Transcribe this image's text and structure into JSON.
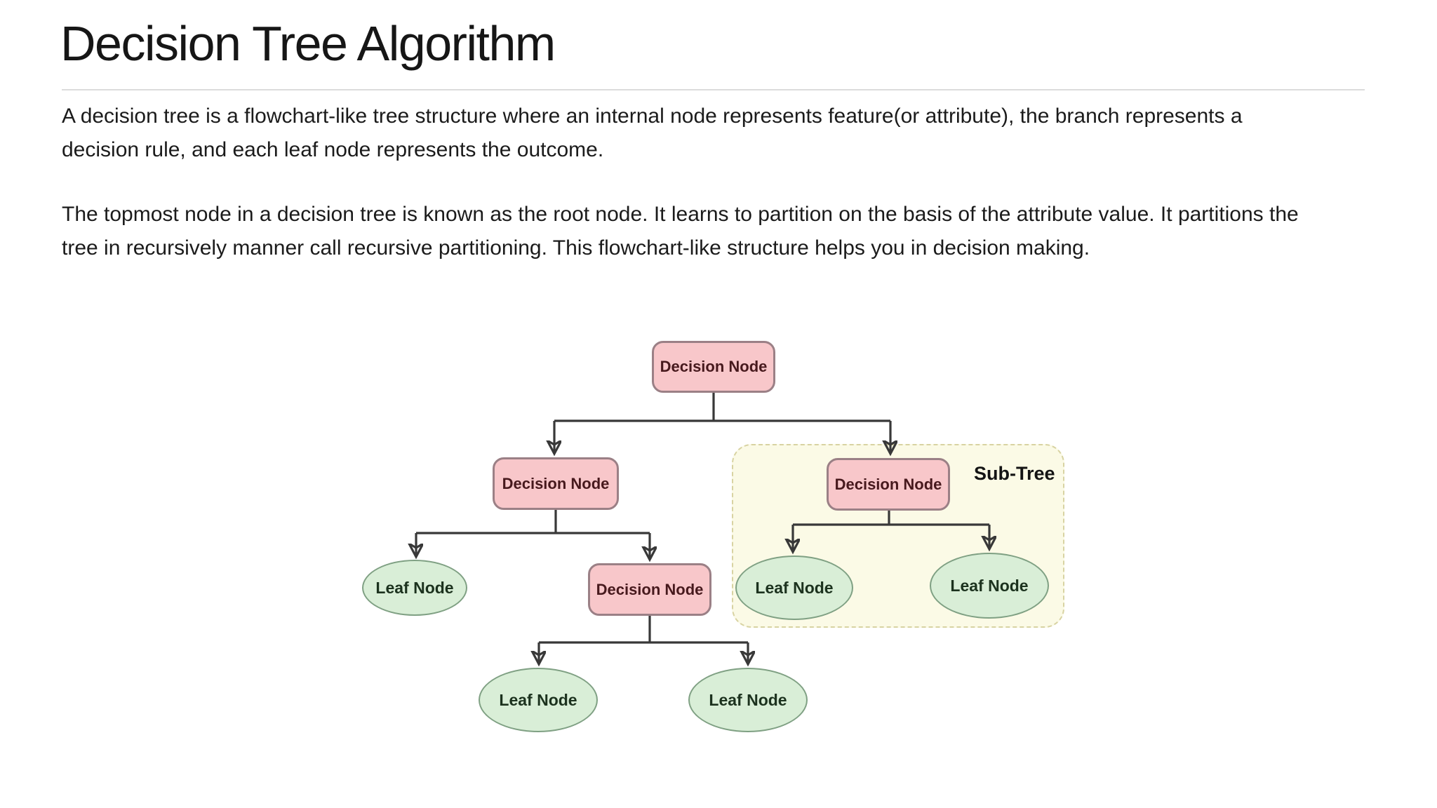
{
  "header": {
    "title": "Decision Tree Algorithm"
  },
  "paragraphs": [
    "A decision tree is a flowchart-like tree structure where an internal node represents feature(or attribute), the branch represents a decision rule, and each leaf node represents the outcome.",
    "The topmost node in a decision tree is known as the root node. It learns to partition on the basis of the attribute value. It partitions the tree in recursively manner call recursive partitioning. This flowchart-like structure helps you in decision making."
  ],
  "diagram": {
    "subtree_label": "Sub-Tree",
    "nodes": [
      {
        "id": "root-decision",
        "type": "decision",
        "label": "Decision Node"
      },
      {
        "id": "left-decision",
        "type": "decision",
        "label": "Decision Node"
      },
      {
        "id": "subtree-decision",
        "type": "decision",
        "label": "Decision Node"
      },
      {
        "id": "middle-decision",
        "type": "decision",
        "label": "Decision Node"
      },
      {
        "id": "left-leaf",
        "type": "leaf",
        "label": "Leaf Node"
      },
      {
        "id": "subtree-leaf-left",
        "type": "leaf",
        "label": "Leaf Node"
      },
      {
        "id": "subtree-leaf-right",
        "type": "leaf",
        "label": "Leaf Node"
      },
      {
        "id": "bottom-leaf-left",
        "type": "leaf",
        "label": "Leaf Node"
      },
      {
        "id": "bottom-leaf-right",
        "type": "leaf",
        "label": "Leaf Node"
      }
    ],
    "colors": {
      "decision_fill": "#f8c7ca",
      "decision_border": "#9b8086",
      "decision_text": "#47191d",
      "leaf_fill": "#d9eed7",
      "leaf_border": "#7fa083",
      "leaf_text": "#1c321e",
      "subtree_fill": "#fbfae6",
      "subtree_border": "#d8d3a2",
      "connector": "#383838"
    }
  }
}
